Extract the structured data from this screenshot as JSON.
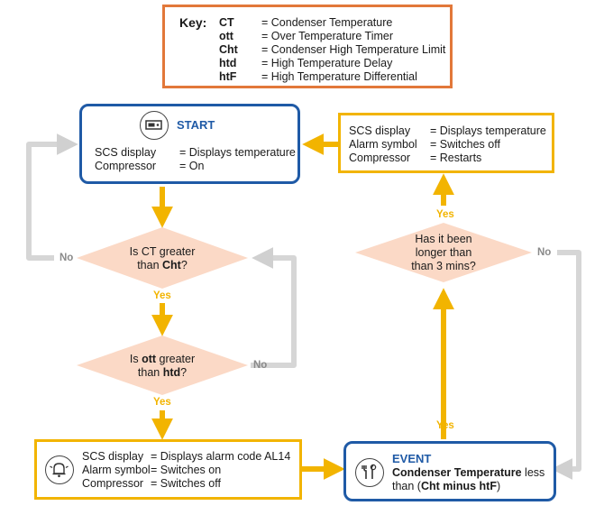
{
  "key": {
    "title": "Key:",
    "items": [
      {
        "abbr": "CT",
        "def": "= Condenser Temperature"
      },
      {
        "abbr": "ott",
        "def": "= Over Temperature Timer"
      },
      {
        "abbr": "Cht",
        "def": "= Condenser High Temperature Limit"
      },
      {
        "abbr": "htd",
        "def": "= High Temperature Delay"
      },
      {
        "abbr": "htF",
        "def": "= High Temperature Differential"
      }
    ]
  },
  "start": {
    "title": "START",
    "rows": [
      {
        "label": "SCS display",
        "value": "= Displays temperature"
      },
      {
        "label": "Compressor",
        "value": "= On"
      }
    ]
  },
  "decision1": {
    "line1": "Is CT greater",
    "line2_pre": "than ",
    "line2_bold": "Cht",
    "line2_post": "?"
  },
  "decision2": {
    "line1_pre": "Is ",
    "line1_bold": "ott",
    "line1_post": " greater",
    "line2_pre": "than ",
    "line2_bold": "htd",
    "line2_post": "?"
  },
  "decision3": {
    "line1": "Has it been",
    "line2": "longer than",
    "line3": "than 3 mins?"
  },
  "alarm": {
    "rows": [
      {
        "label": "SCS display",
        "value": "= Displays alarm code AL14"
      },
      {
        "label": "Alarm symbol",
        "value": "= Switches on"
      },
      {
        "label": "Compressor",
        "value": "= Switches off"
      }
    ]
  },
  "restart": {
    "rows": [
      {
        "label": "SCS display",
        "value": "= Displays temperature"
      },
      {
        "label": "Alarm symbol",
        "value": "= Switches off"
      },
      {
        "label": "Compressor",
        "value": "= Restarts"
      }
    ]
  },
  "event": {
    "title": "EVENT",
    "line1_bold": "Condenser Temperature",
    "line1_post": " less",
    "line2_pre": "than (",
    "line2_bold": "Cht minus htF",
    "line2_post": ")"
  },
  "labels": {
    "yes": "Yes",
    "no": "No"
  },
  "colors": {
    "blue": "#1f5aa6",
    "yellow": "#f2b400",
    "orange": "#e2783a",
    "diamond": "#fbd9c6",
    "gray": "#d6d6d6"
  }
}
